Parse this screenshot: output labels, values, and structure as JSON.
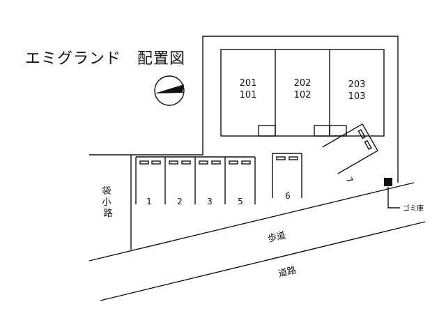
{
  "title": "エミグランド　配置図",
  "units": [
    {
      "upper": "201",
      "lower": "101"
    },
    {
      "upper": "202",
      "lower": "102"
    },
    {
      "upper": "203",
      "lower": "103"
    }
  ],
  "parking": [
    "1",
    "2",
    "3",
    "5",
    "6",
    "7"
  ],
  "labels": {
    "side_road": "袋小路",
    "side_road_chars": [
      "袋",
      "小",
      "路"
    ],
    "sidewalk": "歩道",
    "road": "道路",
    "garbage": "ゴミ庫"
  }
}
